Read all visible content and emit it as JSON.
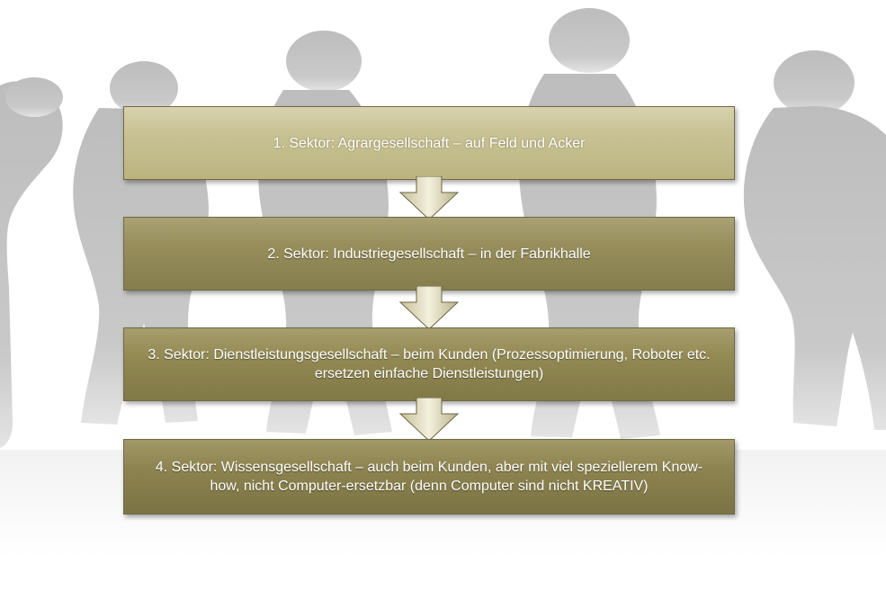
{
  "diagram": {
    "steps": [
      {
        "label": "1. Sektor: Agrargesellschaft – auf Feld und Acker"
      },
      {
        "label": "2. Sektor: Industriegesellschaft – in der Fabrikhalle"
      },
      {
        "label": "3. Sektor: Dienstleistungsgesellschaft – beim Kunden (Prozessoptimierung, Roboter etc. ersetzen einfache Dienstleistungen)"
      },
      {
        "label": "4. Sektor: Wissensgesellschaft – auch beim Kunden, aber mit viel speziellerem Know-how, nicht Computer-ersetzbar (denn Computer sind nicht KREATIV)"
      }
    ],
    "colors": {
      "step1": "#c9c295",
      "step2": "#968d5b",
      "step3": "#928953",
      "step4": "#8c8350",
      "silhouette": "#c8c8c8"
    },
    "background_icon": "human-evolution-silhouettes"
  }
}
